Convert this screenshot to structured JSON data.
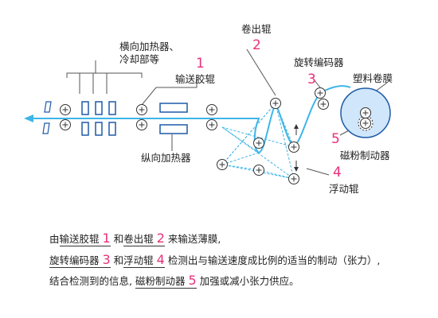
{
  "diagram": {
    "labels": {
      "heater_cross": "横向加热器、",
      "heater_cross_2": "冷却部等",
      "heater_long": "纵向加热器",
      "feed_roller": "输送胶辊",
      "feed_roller_num": "1",
      "unwind_roller": "卷出辊",
      "unwind_roller_num": "2",
      "encoder": "旋转编码器",
      "encoder_num": "3",
      "film_roll": "塑料卷膜",
      "dancer": "浮动辊",
      "dancer_num": "4",
      "brake": "磁粉制动器",
      "brake_num": "5"
    },
    "colors": {
      "film": "#3db5e8",
      "accent": "#e8317a",
      "part_stroke": "#1e5aa8",
      "roll_fill": "#cfe6fb"
    }
  },
  "description": {
    "line1": {
      "a": "由",
      "b": "输送胶辊",
      "c": "1",
      "d": " 和",
      "e": "卷出辊",
      "f": "2",
      "g": " 来输送薄膜,"
    },
    "line2": {
      "a": "旋转编码器",
      "b": "3",
      "c": " 和",
      "d": "浮动辊",
      "e": "4",
      "f": " 检测出与输送速度成比例的适当的制动（张力）,"
    },
    "line3": {
      "a": "结合检测到的信息,",
      "b": "磁粉制动器",
      "c": "5",
      "d": " 加强或减小张力供应。"
    }
  }
}
